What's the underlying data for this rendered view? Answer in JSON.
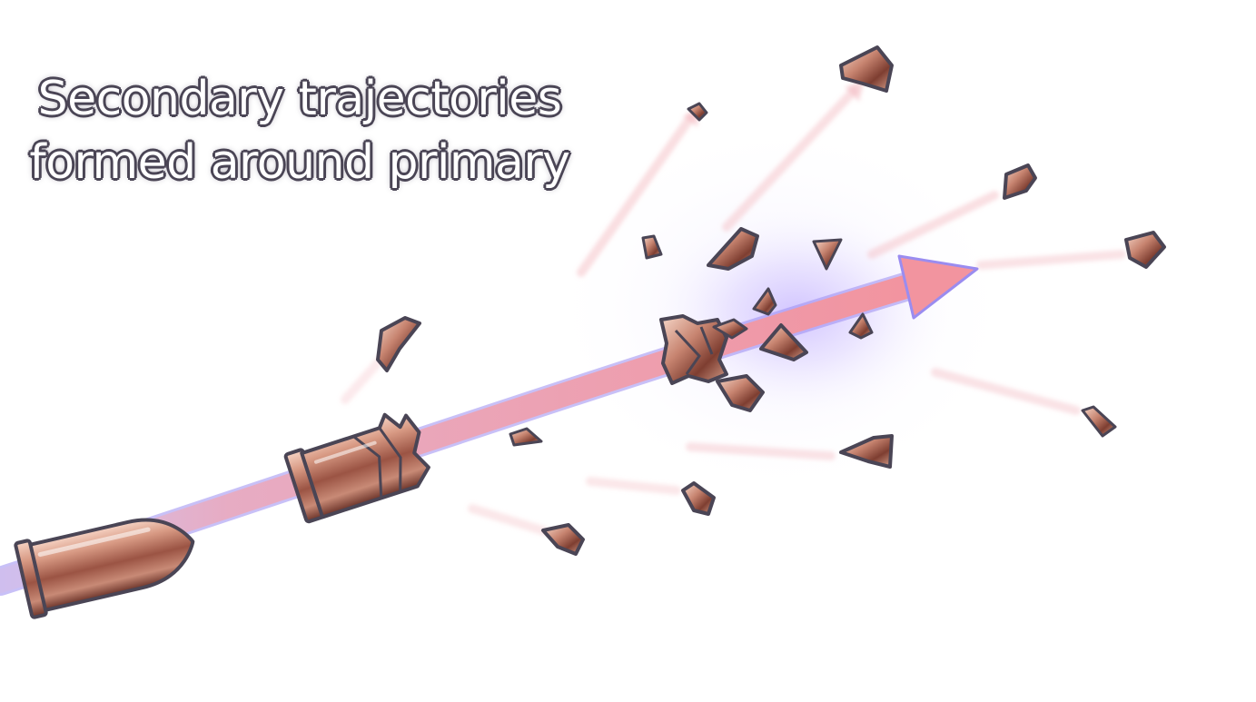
{
  "caption": {
    "line1": "Secondary trajectories",
    "line2": "formed around primary"
  },
  "colors": {
    "background": "#ffffff",
    "primary_arrow": "#f2949f",
    "primary_arrow_edge": "#9a8cf0",
    "glow": "#b7a3ff",
    "copper_light": "#f3c6b4",
    "copper_mid": "#b87462",
    "copper_dark": "#5c2b22",
    "outline": "#4a4555",
    "caption_text": "#ffffff",
    "caption_outline": "#4a4555"
  },
  "icons": {
    "bullet": "intact-bullet-icon",
    "casing": "shattering-casing-icon",
    "burst": "fragment-burst-icon",
    "primary": "primary-trajectory-arrow",
    "secondary": "secondary-trajectory-arrow",
    "fragment": "fragment-icon"
  }
}
